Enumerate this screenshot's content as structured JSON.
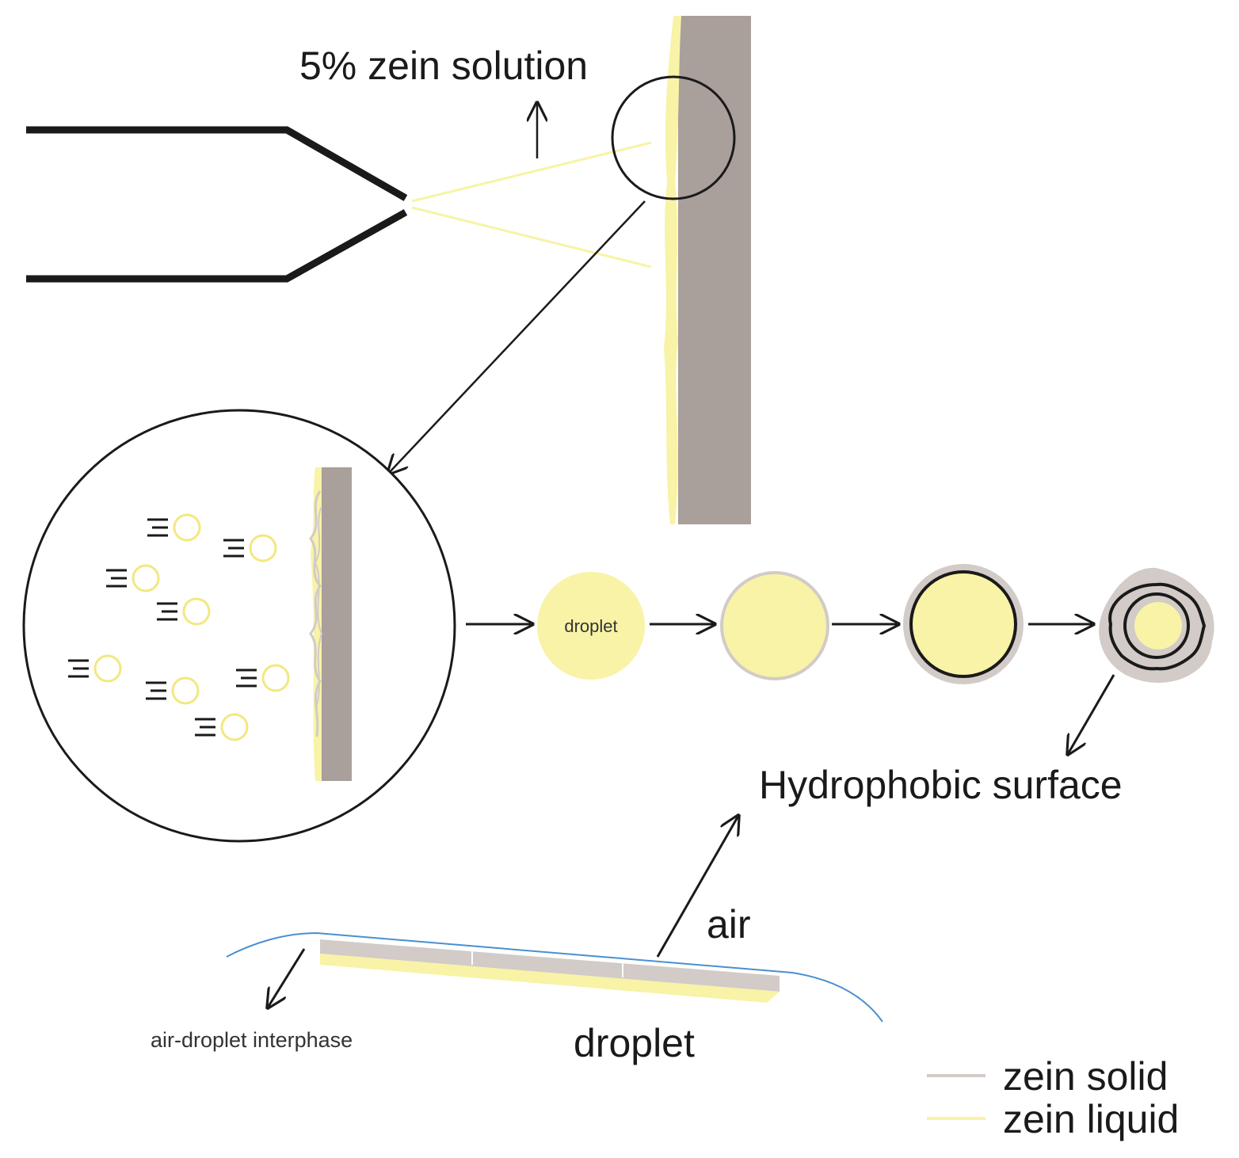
{
  "labels": {
    "solution": "5% zein solution",
    "droplet_inside": "droplet",
    "hydrophobic": "Hydrophobic surface",
    "air": "air",
    "interphase": "air-droplet interphase",
    "droplet_bottom": "droplet"
  },
  "legend": [
    {
      "label": "zein solid",
      "color": "#d2cbc7"
    },
    {
      "label": "zein liquid",
      "color": "#f8f3a6"
    }
  ],
  "colors": {
    "zein_liquid": "#f8f3a6",
    "zein_solid": "#d2cbc7",
    "substrate": "#a99f9b",
    "interface_line": "#4a8fd0",
    "outline": "#1a1a1a"
  }
}
